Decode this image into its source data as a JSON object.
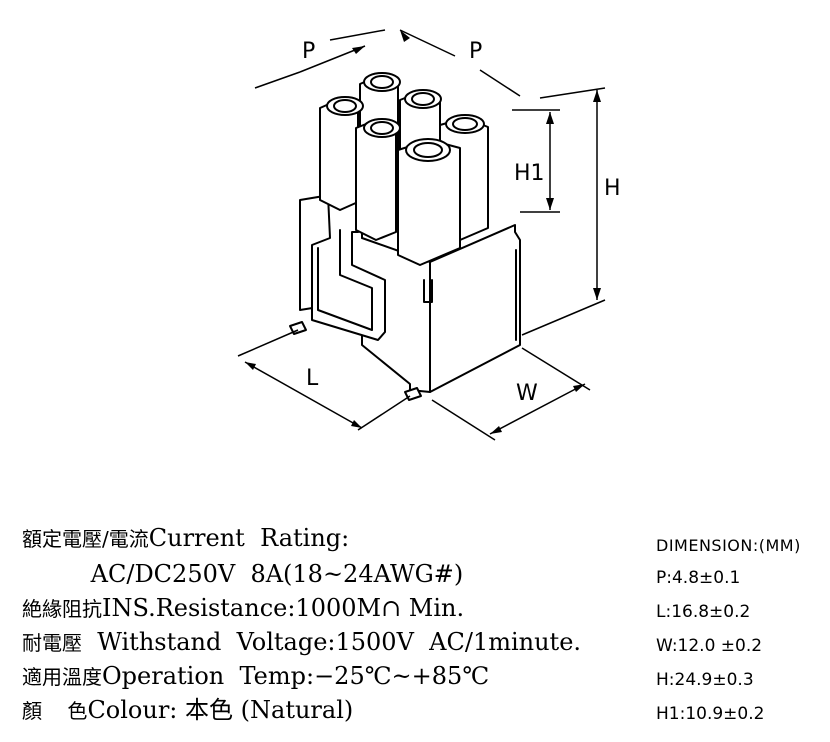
{
  "drawing": {
    "labels": {
      "p_left": "P",
      "p_right": "P",
      "h1": "H1",
      "h": "H",
      "l": "L",
      "w": "W"
    }
  },
  "specs": [
    {
      "cjk": "額定電壓/電流",
      "text": "Current  Rating:"
    },
    {
      "cjk": "",
      "text": "         AC/DC250V  8A(18~24AWG#)"
    },
    {
      "cjk": "絶緣阻抗",
      "text": "INS.Resistance:1000M∩ Min."
    },
    {
      "cjk": "耐電壓",
      "text": "  Withstand  Voltage:1500V  AC/1minute."
    },
    {
      "cjk": "適用溫度",
      "text": "Operation  Temp:−25℃~+85℃"
    },
    {
      "cjk": "顏    色",
      "text": "Colour: 本色 (Natural)"
    }
  ],
  "dimensions": {
    "title": "DIMENSION:(MM)",
    "items": [
      "P:4.8±0.1",
      "L:16.8±0.2",
      "W:12.0 ±0.2",
      "H:24.9±0.3",
      "H1:10.9±0.2"
    ]
  }
}
